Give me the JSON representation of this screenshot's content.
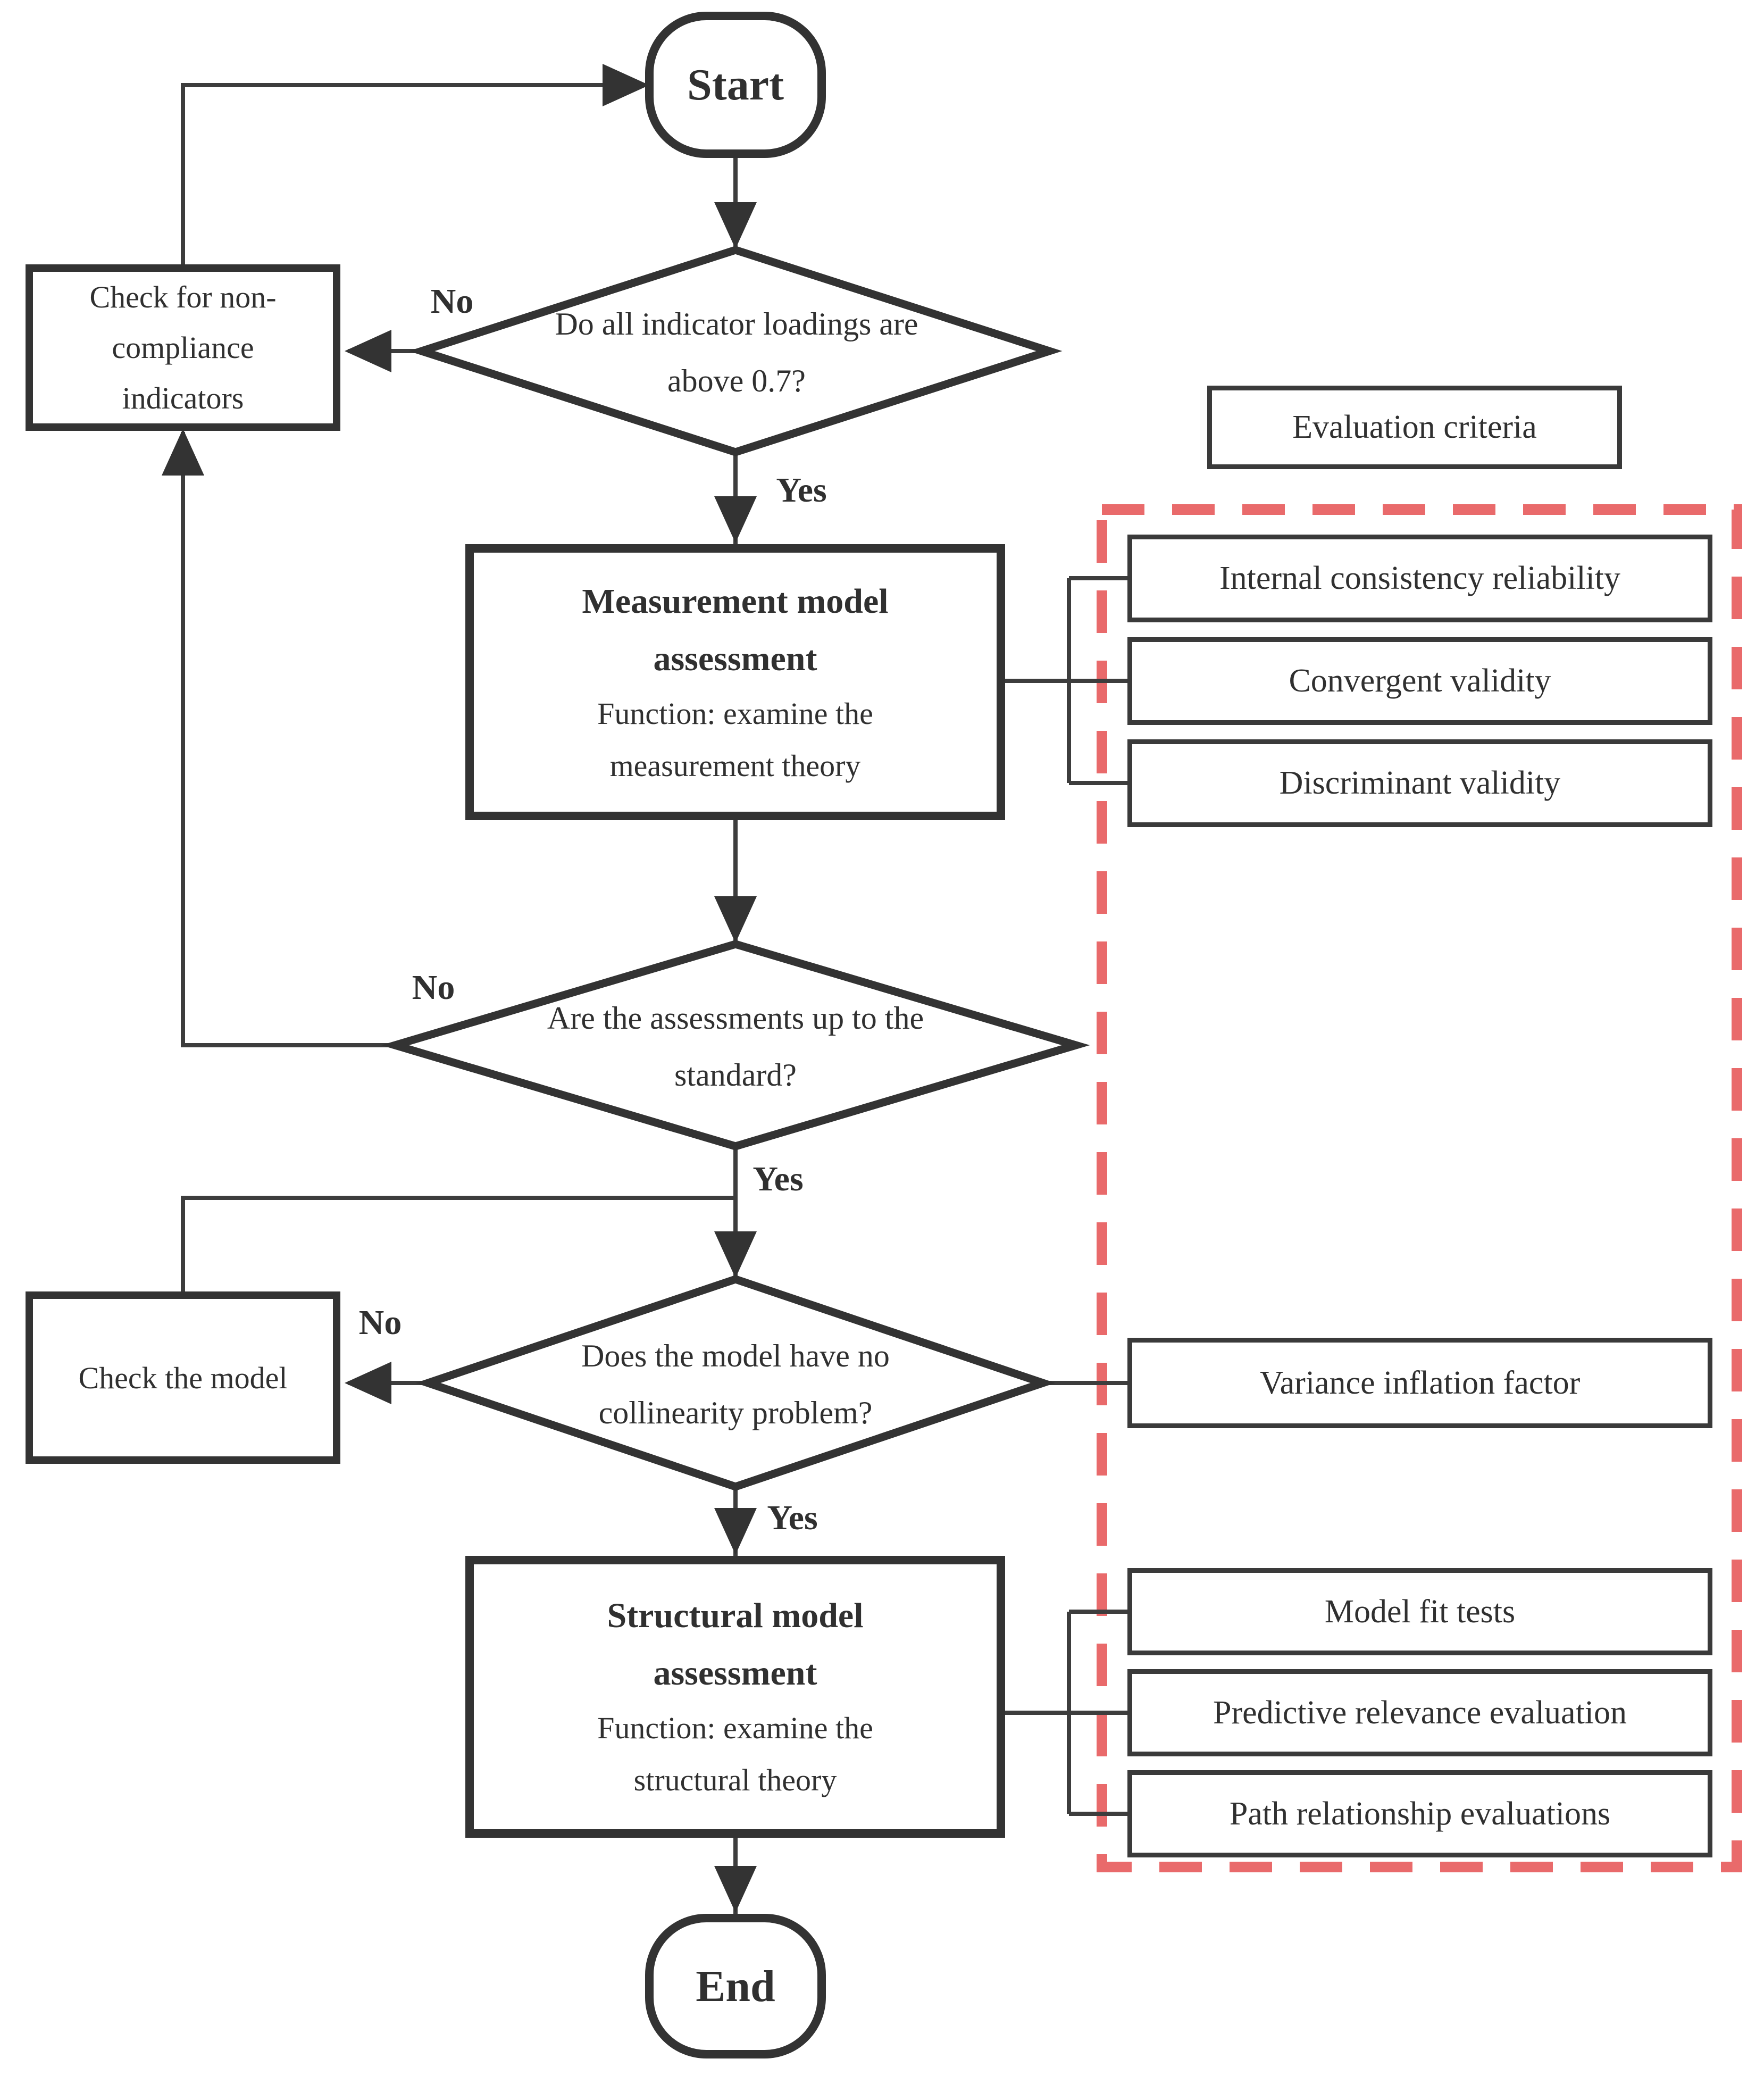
{
  "colors": {
    "line": "#3d3d3d",
    "node_border": "#333333",
    "text": "#303030",
    "dashed_border": "#e96a6b",
    "background": "#ffffff"
  },
  "flow": {
    "start": "Start",
    "end": "End",
    "decision1": {
      "line1": "Do all indicator loadings are",
      "line2": "above 0.7?"
    },
    "check_noncompliance": {
      "line1": "Check for non-",
      "line2": "compliance",
      "line3": "indicators"
    },
    "measurement": {
      "title_line1": "Measurement model",
      "title_line2": "assessment",
      "body_line1": "Function: examine the",
      "body_line2": "measurement theory"
    },
    "decision2": {
      "line1": "Are the assessments up to the",
      "line2": "standard?"
    },
    "check_model": "Check the model",
    "decision3": {
      "line1": "Does the model have no",
      "line2": "collinearity problem?"
    },
    "structural": {
      "title_line1": "Structural model",
      "title_line2": "assessment",
      "body_line1": "Function: examine the",
      "body_line2": "structural theory"
    }
  },
  "labels": {
    "no1": "No",
    "yes1": "Yes",
    "no2": "No",
    "yes2": "Yes",
    "no3": "No",
    "yes3": "Yes"
  },
  "legend": {
    "title": "Evaluation criteria"
  },
  "criteria_top": [
    "Internal consistency reliability",
    "Convergent validity",
    "Discriminant validity"
  ],
  "criteria_mid": [
    "Variance inflation factor"
  ],
  "criteria_bottom": [
    "Model fit tests",
    "Predictive relevance evaluation",
    "Path relationship evaluations"
  ]
}
